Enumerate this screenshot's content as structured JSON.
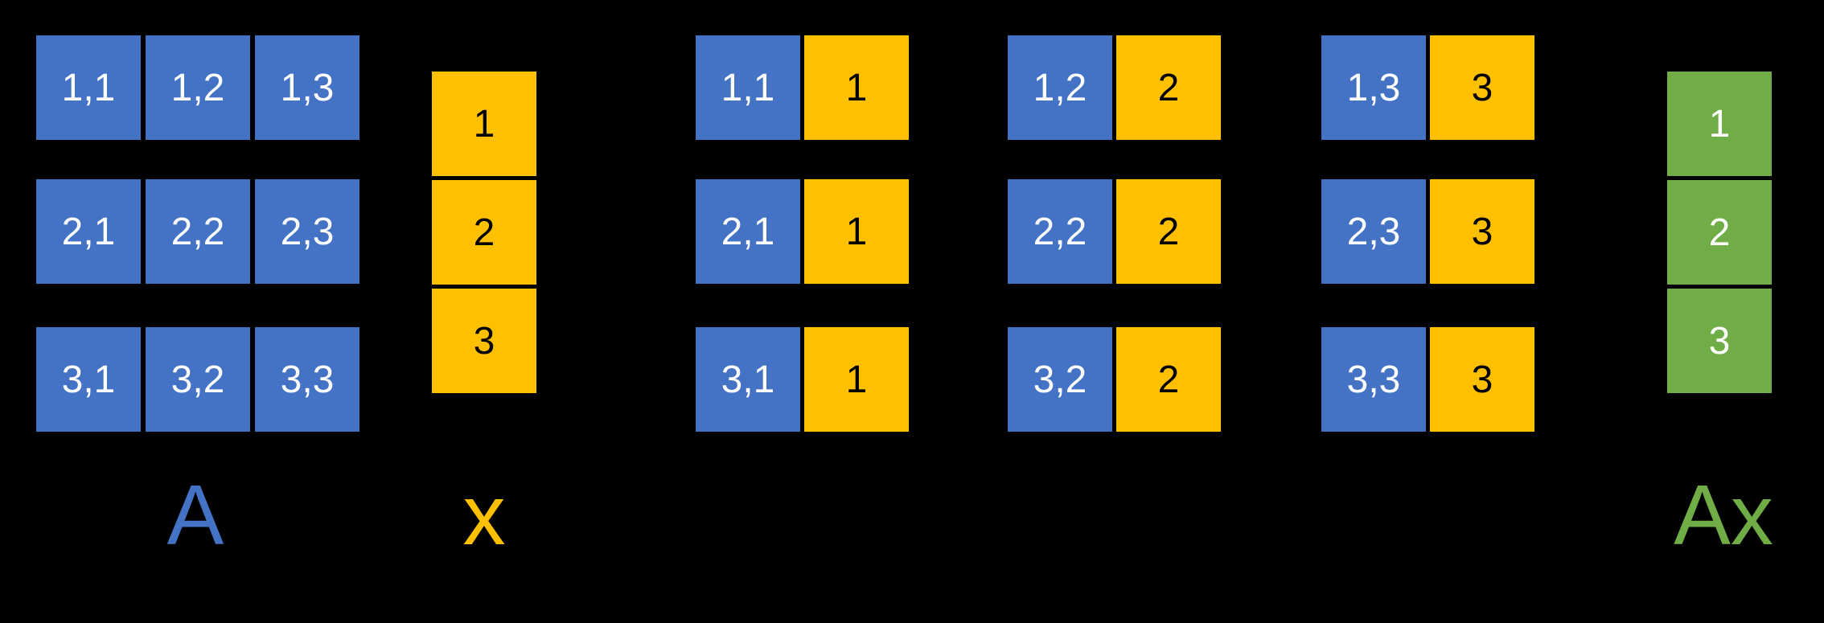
{
  "background_color": "#000000",
  "colors": {
    "matrix_blue": "#4472C4",
    "vector_gold": "#FFC000",
    "result_green": "#70AD47",
    "matrix_text": "#FFFFFF",
    "gold_cell_text": "#000000",
    "result_text": "#FFFFFF"
  },
  "matrix_a": {
    "label": "A",
    "rows": [
      [
        "1,1",
        "1,2",
        "1,3"
      ],
      [
        "2,1",
        "2,2",
        "2,3"
      ],
      [
        "3,1",
        "3,2",
        "3,3"
      ]
    ]
  },
  "vector_x": {
    "label": "x",
    "cells": [
      "1",
      "2",
      "3"
    ]
  },
  "products": [
    {
      "pairs": [
        {
          "a": "1,1",
          "x": "1"
        },
        {
          "a": "2,1",
          "x": "1"
        },
        {
          "a": "3,1",
          "x": "1"
        }
      ]
    },
    {
      "pairs": [
        {
          "a": "1,2",
          "x": "2"
        },
        {
          "a": "2,2",
          "x": "2"
        },
        {
          "a": "3,2",
          "x": "2"
        }
      ]
    },
    {
      "pairs": [
        {
          "a": "1,3",
          "x": "3"
        },
        {
          "a": "2,3",
          "x": "3"
        },
        {
          "a": "3,3",
          "x": "3"
        }
      ]
    }
  ],
  "result_ax": {
    "label": "Ax",
    "cells": [
      "1",
      "2",
      "3"
    ]
  }
}
